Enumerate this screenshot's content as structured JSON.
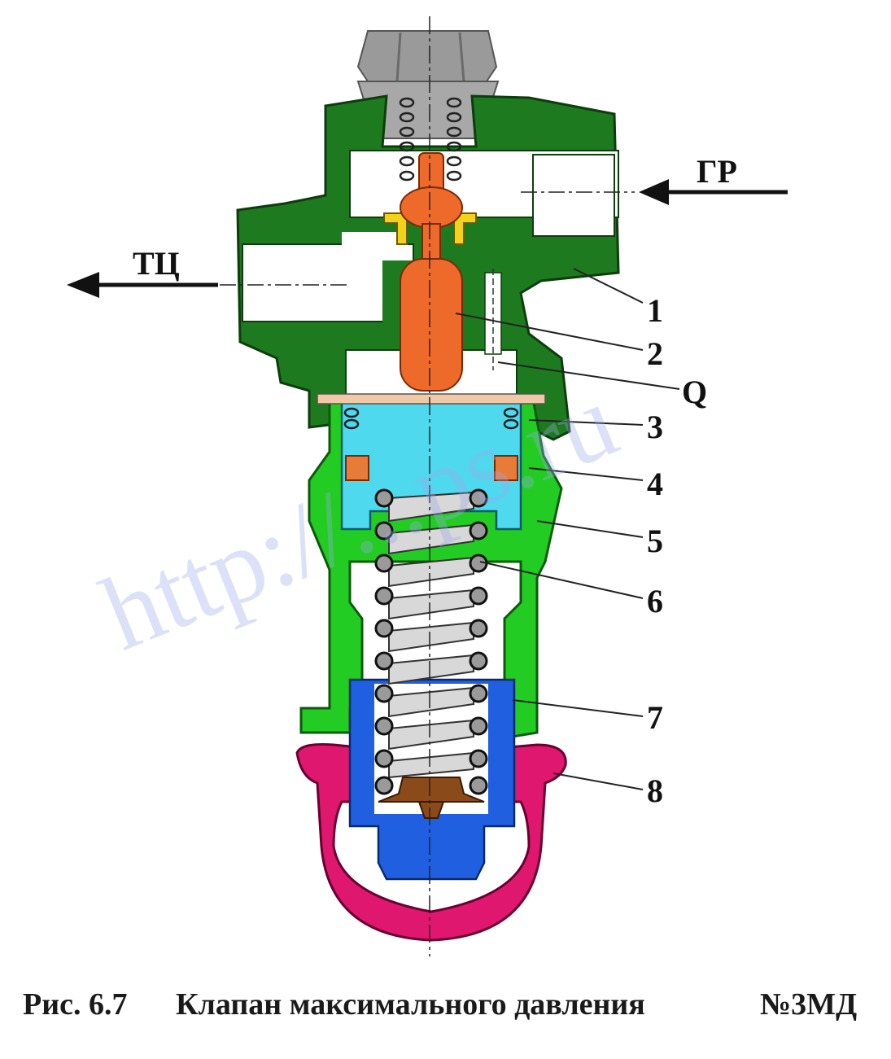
{
  "caption": {
    "figure_number": "Рис.  6.7",
    "title": "Клапан максимального давления",
    "model": "№3МД"
  },
  "ports": {
    "inlet": "ГР",
    "outlet": "ТЦ"
  },
  "callouts": [
    "1",
    "2",
    "Q",
    "3",
    "4",
    "5",
    "6",
    "7",
    "8"
  ],
  "watermark": "http://...ps.ru",
  "colors": {
    "body_dark_green": "#1e7a1e",
    "housing_light_green": "#22cc22",
    "top_cap_gray": "#9a9a9a",
    "valve_orange": "#ee6a2a",
    "piston_cyan": "#4fd9ef",
    "spring_cup_blue": "#1f5fe0",
    "bottom_cap_magenta": "#e0176e",
    "adjuster_brown": "#8a4a1a",
    "seat_yellow": "#f2d21a"
  }
}
